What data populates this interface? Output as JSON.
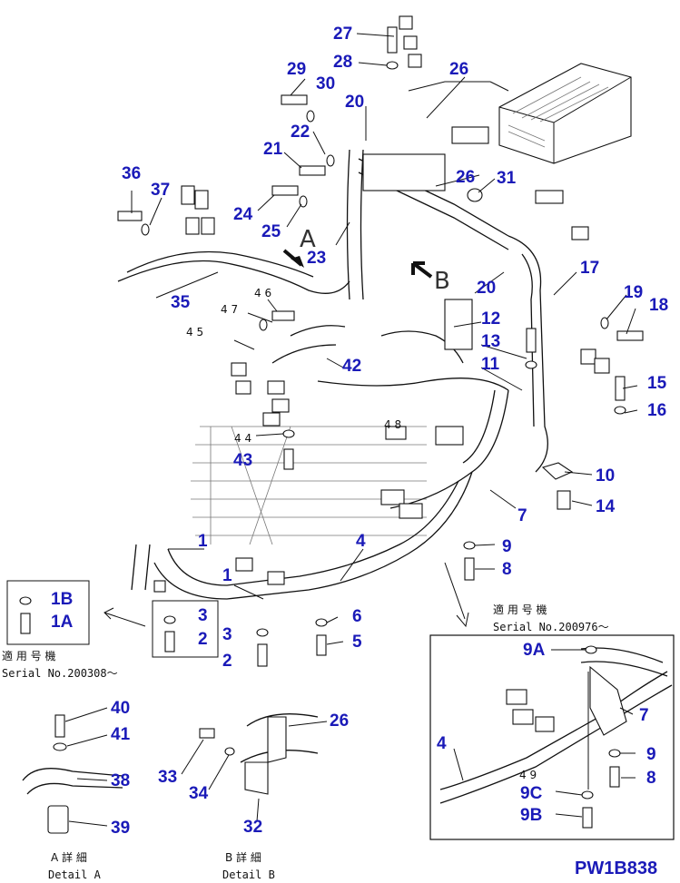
{
  "diagram_code": "PW1B838",
  "view_letters": {
    "a": "A",
    "b": "B"
  },
  "labels": {
    "applicable_jp_1": "適 用 号 機",
    "serial_1": "Serial No.200308～",
    "applicable_jp_2": "適 用 号 機",
    "serial_2": "Serial No.200976～",
    "detail_a_jp": "A 詳 細",
    "detail_a": "Detail A",
    "detail_b_jp": "B 詳 細",
    "detail_b": "Detail B"
  },
  "callouts": {
    "c1": "1",
    "c1b": "1",
    "c1A": "1A",
    "c1B": "1B",
    "c2a": "2",
    "c2b": "2",
    "c3a": "3",
    "c3b": "3",
    "c4a": "4",
    "c4b": "4",
    "c5": "5",
    "c6": "6",
    "c7a": "7",
    "c7b": "7",
    "c8a": "8",
    "c8b": "8",
    "c9a": "9",
    "c9b": "9",
    "c9A": "9A",
    "c9B": "9B",
    "c9C": "9C",
    "c10": "10",
    "c11": "11",
    "c12": "12",
    "c13": "13",
    "c14": "14",
    "c15": "15",
    "c16": "16",
    "c17": "17",
    "c18": "18",
    "c19": "19",
    "c20a": "20",
    "c20b": "20",
    "c21": "21",
    "c22": "22",
    "c23": "23",
    "c24": "24",
    "c25": "25",
    "c26a": "26",
    "c26b": "26",
    "c26c": "26",
    "c27": "27",
    "c28": "28",
    "c29": "29",
    "c30": "30",
    "c31": "31",
    "c32": "32",
    "c33": "33",
    "c34": "34",
    "c35": "35",
    "c36": "36",
    "c37": "37",
    "c38": "38",
    "c39": "39",
    "c40": "40",
    "c41": "41",
    "c42": "42",
    "c43": "43",
    "c44": "4 4",
    "c45": "4 5",
    "c46": "4 6",
    "c47": "4 7",
    "c48": "4 8",
    "c49": "4 9"
  }
}
